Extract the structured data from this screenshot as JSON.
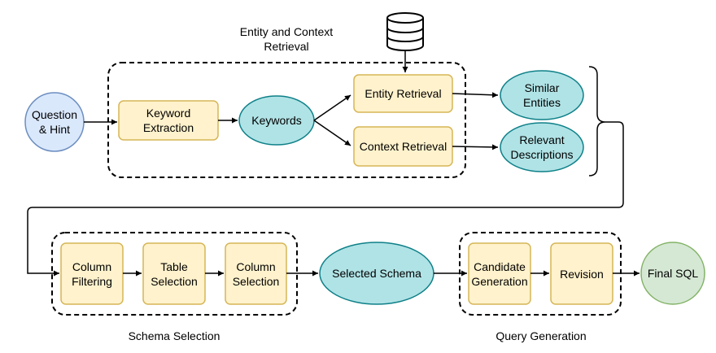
{
  "inputs": {
    "question_hint": "Question\n& Hint"
  },
  "retrieval": {
    "group_label": "Entity and Context\nRetrieval",
    "keyword_extraction": "Keyword\nExtraction",
    "keywords": "Keywords",
    "entity_retrieval": "Entity Retrieval",
    "context_retrieval": "Context Retrieval",
    "similar_entities": "Similar\nEntities",
    "relevant_descriptions": "Relevant\nDescriptions"
  },
  "schema_selection": {
    "group_label": "Schema Selection",
    "column_filtering": "Column\nFiltering",
    "table_selection": "Table\nSelection",
    "column_selection": "Column\nSelection",
    "selected_schema": "Selected Schema"
  },
  "query_generation": {
    "group_label": "Query Generation",
    "candidate_generation": "Candidate\nGeneration",
    "revision": "Revision",
    "final_sql": "Final SQL"
  },
  "icons": {
    "database": "database-icon"
  },
  "colors": {
    "box_fill": "#fff2cc",
    "box_stroke": "#d6b656",
    "teal_fill": "#b0e3e6",
    "teal_stroke": "#0e8088",
    "blue_fill": "#dae8fc",
    "blue_stroke": "#6c8ebf",
    "green_fill": "#d5e8d4",
    "green_stroke": "#82b366"
  }
}
